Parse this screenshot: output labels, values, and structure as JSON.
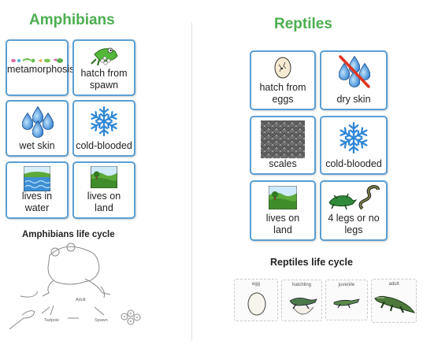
{
  "amphibians": {
    "title": "Amphibians",
    "cards": [
      {
        "label": "metamorphosis",
        "icon": "metamorphosis-icon"
      },
      {
        "label": "hatch from spawn",
        "icon": "frog-spawn-icon"
      },
      {
        "label": "wet skin",
        "icon": "water-drops-icon"
      },
      {
        "label": "cold-blooded",
        "icon": "snowflake-icon"
      },
      {
        "label": "lives in water",
        "icon": "water-habitat-icon"
      },
      {
        "label": "lives on land",
        "icon": "land-habitat-icon"
      }
    ],
    "lifecycle_title": "Amphibians life cycle",
    "lifecycle_labels": {
      "adult": "Adult",
      "tadpole": "Tadpole",
      "spawn": "Spawn"
    }
  },
  "reptiles": {
    "title": "Reptiles",
    "cards": [
      {
        "label": "hatch from eggs",
        "icon": "egg-icon"
      },
      {
        "label": "dry skin",
        "icon": "dry-skin-icon"
      },
      {
        "label": "scales",
        "icon": "scales-icon"
      },
      {
        "label": "cold-blooded",
        "icon": "snowflake-icon"
      },
      {
        "label": "lives on land",
        "icon": "land-habitat-icon"
      },
      {
        "label": "4 legs or no legs",
        "icon": "lizard-snake-icon"
      }
    ],
    "lifecycle_title": "Reptiles life cycle",
    "lifecycle_stages": [
      {
        "label": "egg",
        "icon": "egg-icon"
      },
      {
        "label": "hatchling",
        "icon": "hatchling-icon"
      },
      {
        "label": "juvenile",
        "icon": "juvenile-crocodile-icon"
      },
      {
        "label": "adult",
        "icon": "adult-crocodile-icon"
      }
    ]
  }
}
